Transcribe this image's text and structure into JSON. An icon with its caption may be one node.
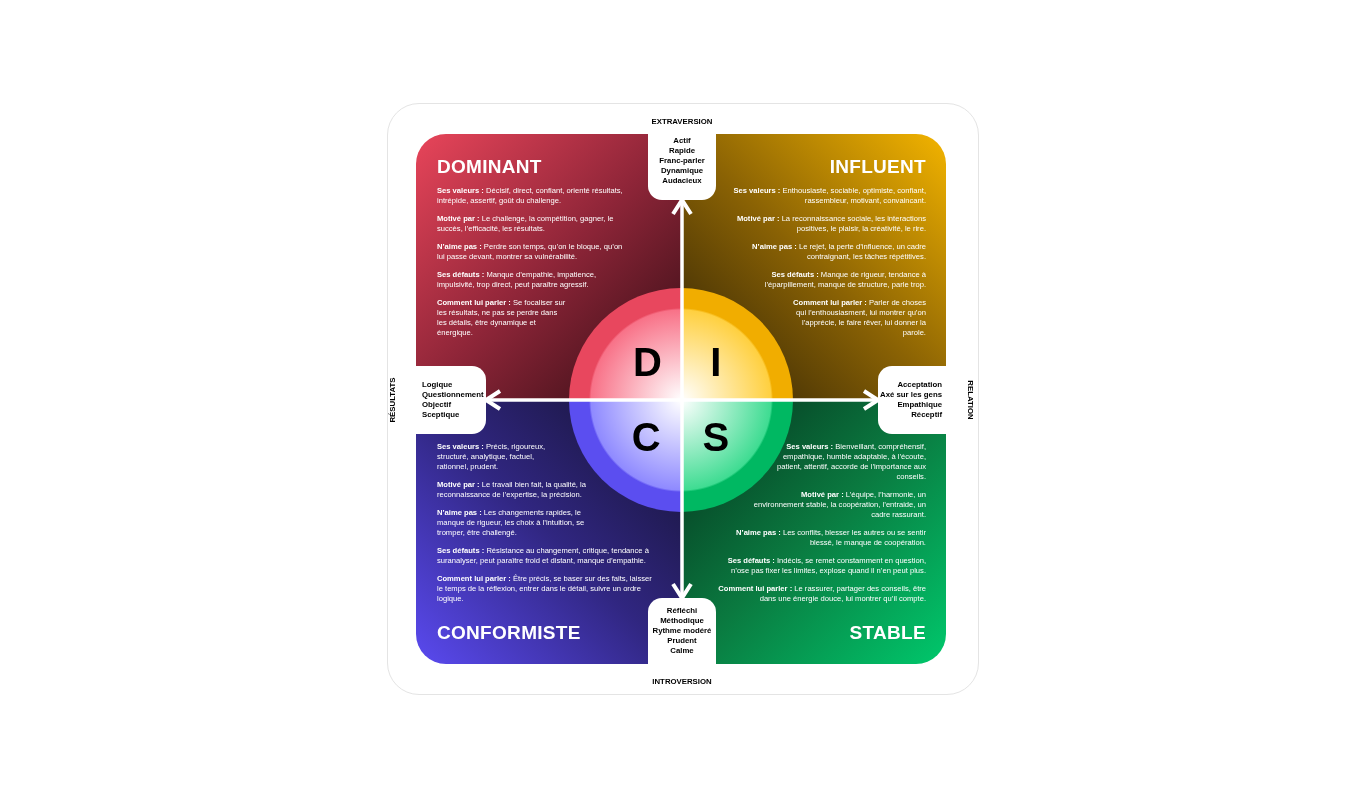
{
  "diagram": {
    "nodes": [
      {
        "text": [
          "Actif",
          "Rapide",
          "Franc-parler",
          "Dynamique",
          "Audacieux"
        ],
        "beside": [
          "EXTRAVERSION"
        ]
      },
      {
        "text": [
          "DOMINANT",
          "**Ses valeurs :** Décisif, direct, confiant, orienté résultats, intrépide, assertif, goût du challenge.",
          "**Motivé par :** Le challenge, la compétition, gagner, le succès, l’efficacité, les résultats.",
          "**N’aime pas :** Perdre son temps, qu’on le bloque, qu’on lui passe devant, montrer sa vulnérabilité.",
          "**Ses défauts :** Manque d’empathie, impatience, impulsivité, trop direct, peut paraître agressif.",
          "**Comment lui parler :** Se focaliser sur les résultats, ne pas se perdre dans les détails, être dynamique et énergique."
        ]
      },
      {
        "text": [
          "D"
        ],
        "in": 1
      },
      {
        "text": [
          "INFLUENT",
          "**Ses valeurs :** Enthousiaste, sociable, optimiste, confiant, rassembleur, motivant, convaincant.",
          "**Motivé par :** La reconnaissance sociale, les interactions positives, le plaisir, la créativité, le rire.",
          "**N’aime pas :** Le rejet, la perte d’influence, un cadre contraignant, les tâches répétitives.",
          "**Ses défauts :** Manque de rigueur, tendance à l’éparpillement, manque de structure, parle trop.",
          "**Comment lui parler :** Parler de choses qui l’enthousiasment, lui montrer qu’on l’apprécie, le faire rêver, lui donner la parole."
        ]
      },
      {
        "text": [
          "I"
        ],
        "in": 3
      },
      {
        "text": [
          "Logique",
          "Questionnement",
          "Objectif",
          "Sceptique"
        ],
        "beside": [
          "RÉSULTATS"
        ]
      },
      {
        "text": [
          "Acceptation",
          "Axé sur les gens",
          "Empathique",
          "Réceptif"
        ],
        "beside": [
          "RELATION"
        ]
      },
      {
        "text": [
          "**Ses valeurs :** Précis, rigoureux, structuré, analytique, factuel, rationnel, prudent.",
          "**Motivé par :** Le travail bien fait, la qualité, la reconnaissance de l’expertise, la précision.",
          "**N’aime pas :** Les changements rapides, le manque de rigueur, les choix à l’intuition, se tromper, être challengé.",
          "**Ses défauts :** Résistance au changement, critique, tendance à suranalyser, peut paraître froid et distant, manque d’empathie.",
          "**Comment lui parler :** Être précis, se baser sur des faits, laisser le temps de la réflexion, entrer dans le détail, suivre un ordre logique.",
          "CONFORMISTE"
        ]
      },
      {
        "text": [
          "C"
        ],
        "in": 7
      },
      {
        "text": [
          "**Ses valeurs :** Bienveillant, compréhensif, empathique, humble adaptable, à l’écoute, patient, attentif, accorde de l’importance aux conseils.",
          "**Motivé par :** L’équipe, l’harmonie, un environnement stable, la coopération, l’entraide, un cadre rassurant.",
          "**N’aime pas :** Les conflits, blesser les autres ou se sentir blessé, le manque de coopération.",
          "**Ses défauts :** Indécis, se remet constamment en question, n’ose pas fixer les limites, explose quand il n’en peut plus.",
          "**Comment lui parler :** Le rassurer, partager des conseils, être dans une énergie douce, lui montrer qu’il compte.",
          "STABLE"
        ]
      },
      {
        "text": [
          "S"
        ],
        "in": 9
      },
      {
        "text": [
          "Réfléchi",
          "Méthodique",
          "Rythme modéré",
          "Prudent",
          "Calme"
        ],
        "beside": [
          "INTROVERSION"
        ]
      }
    ],
    "edges": [
      {
        "from": 0,
        "to": 11,
        "arrow": "both"
      },
      {
        "from": 5,
        "to": 6,
        "arrow": "both"
      }
    ]
  }
}
